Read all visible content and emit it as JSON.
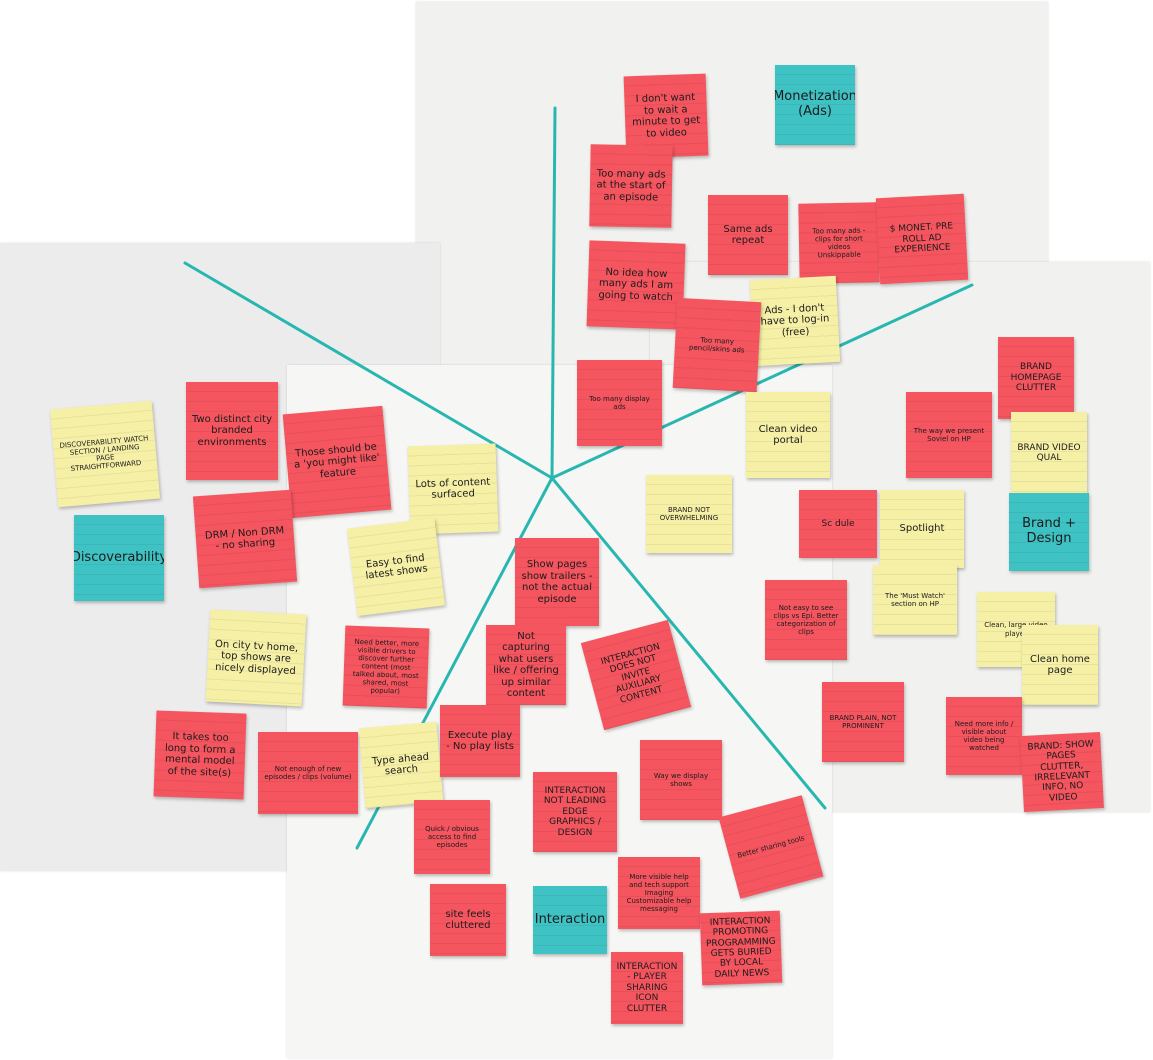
{
  "colors": {
    "sheet": "#f1f1ef",
    "marker_line": "#28b7b0",
    "pink_note": "#f4555f",
    "yellow_note": "#f5f0a6",
    "blue_note": "#3fc2c4"
  },
  "notes": [
    {
      "color": "pink",
      "text": "I don't want to wait a minute to get to video"
    },
    {
      "color": "blue",
      "text": "Monetization (Ads)"
    },
    {
      "color": "pink",
      "text": "Too many ads at the start of an episode"
    },
    {
      "color": "pink",
      "text": "Same ads repeat"
    },
    {
      "color": "pink",
      "text": "Too many ads - clips for short videos Unskippable"
    },
    {
      "color": "pink",
      "text": "$ MONET. PRE ROLL AD EXPERIENCE"
    },
    {
      "color": "pink",
      "text": "No idea how many ads I am going to watch"
    },
    {
      "color": "yellow",
      "text": "Ads - I don't have to log-in (free)"
    },
    {
      "color": "pink",
      "text": "Too many pencil/skins ads"
    },
    {
      "color": "pink",
      "text": "Too many display ads"
    },
    {
      "color": "pink",
      "text": "BRAND HOMEPAGE CLUTTER"
    },
    {
      "color": "yellow",
      "text": "Clean video portal"
    },
    {
      "color": "pink",
      "text": "The way we present Soviel on HP"
    },
    {
      "color": "yellow",
      "text": "BRAND VIDEO QUAL"
    },
    {
      "color": "yellow",
      "text": "DISCOVERABILITY WATCH SECTION / LANDING PAGE STRAIGHTFORWARD"
    },
    {
      "color": "pink",
      "text": "Two distinct city branded environments"
    },
    {
      "color": "pink",
      "text": "Those should be a 'you might like' feature"
    },
    {
      "color": "yellow",
      "text": "Lots of content surfaced"
    },
    {
      "color": "blue",
      "text": "Discoverability"
    },
    {
      "color": "pink",
      "text": "DRM / Non DRM - no sharing"
    },
    {
      "color": "yellow",
      "text": "Easy to find latest shows"
    },
    {
      "color": "yellow",
      "text": "BRAND NOT OVERWHELMING"
    },
    {
      "color": "pink",
      "text": "Sc dule"
    },
    {
      "color": "yellow",
      "text": "Spotlight"
    },
    {
      "color": "blue",
      "text": "Brand + Design"
    },
    {
      "color": "pink",
      "text": "Show pages show trailers - not the actual episode"
    },
    {
      "color": "pink",
      "text": "Not easy to see clips vs Epi. Better categorization of clips"
    },
    {
      "color": "yellow",
      "text": "The 'Must Watch' section on HP"
    },
    {
      "color": "yellow",
      "text": "On city tv home, top shows are nicely displayed"
    },
    {
      "color": "pink",
      "text": "Need better, more visible drivers to discover further content (most talked about, most shared, most popular)"
    },
    {
      "color": "pink",
      "text": "Not capturing what users like / offering up similar content"
    },
    {
      "color": "pink",
      "text": "INTERACTION DOES NOT INVITE AUXILIARY CONTENT"
    },
    {
      "color": "yellow",
      "text": "Clean, large video player"
    },
    {
      "color": "yellow",
      "text": "Clean home page"
    },
    {
      "color": "pink",
      "text": "BRAND PLAIN, NOT PROMINENT"
    },
    {
      "color": "pink",
      "text": "Need more info / visible about video being watched"
    },
    {
      "color": "pink",
      "text": "It takes too long to form a mental model of the site(s)"
    },
    {
      "color": "pink",
      "text": "Not enough of new episodes / clips (volume)"
    },
    {
      "color": "yellow",
      "text": "Type ahead search"
    },
    {
      "color": "pink",
      "text": "Execute play - No play lists"
    },
    {
      "color": "pink",
      "text": "Way we display shows"
    },
    {
      "color": "pink",
      "text": "BRAND: SHOW PAGES CLUTTER, IRRELEVANT INFO, NO VIDEO"
    },
    {
      "color": "pink",
      "text": "INTERACTION NOT LEADING EDGE GRAPHICS / DESIGN"
    },
    {
      "color": "pink",
      "text": "Quick / obvious access to find episodes"
    },
    {
      "color": "pink",
      "text": "Better sharing tools"
    },
    {
      "color": "pink",
      "text": "More visible help and tech support Imaging Customizable help messaging"
    },
    {
      "color": "pink",
      "text": "site feels cluttered"
    },
    {
      "color": "blue",
      "text": "Interaction"
    },
    {
      "color": "pink",
      "text": "INTERACTION PROMOTING PROGRAMMING GETS BURIED BY LOCAL DAILY NEWS"
    },
    {
      "color": "pink",
      "text": "INTERACTION - PLAYER SHARING ICON CLUTTER"
    }
  ]
}
